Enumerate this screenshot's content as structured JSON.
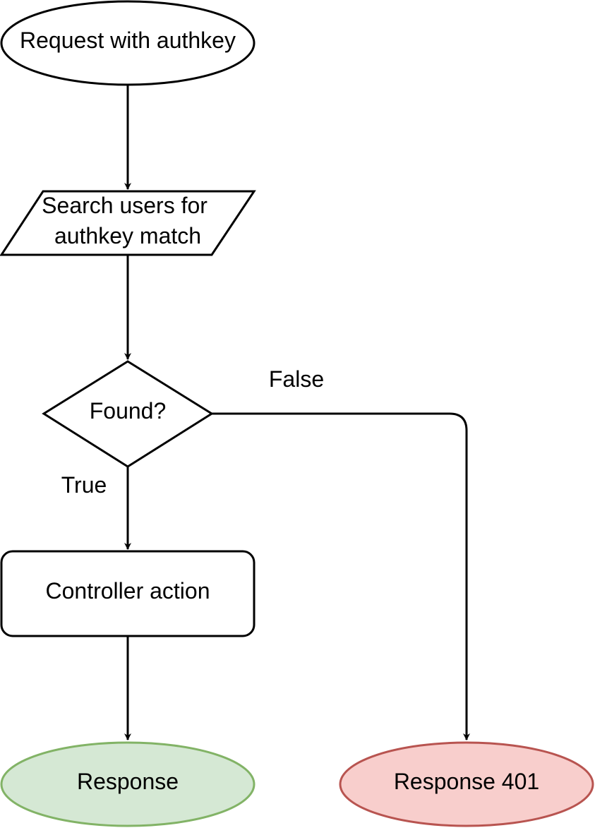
{
  "nodes": {
    "start": {
      "label": "Request with authkey",
      "fill": "#ffffff",
      "stroke": "#000000"
    },
    "search": {
      "line1": "Search users for",
      "line2": "authkey match",
      "fill": "#ffffff",
      "stroke": "#000000"
    },
    "decision": {
      "label": "Found?",
      "fill": "#ffffff",
      "stroke": "#000000"
    },
    "controller": {
      "label": "Controller action",
      "fill": "#ffffff",
      "stroke": "#000000"
    },
    "response": {
      "label": "Response",
      "fill": "#d5e8d4",
      "stroke": "#82b366"
    },
    "response401": {
      "label": "Response 401",
      "fill": "#f8cecc",
      "stroke": "#b85450"
    }
  },
  "edges": {
    "true_label": "True",
    "false_label": "False"
  }
}
